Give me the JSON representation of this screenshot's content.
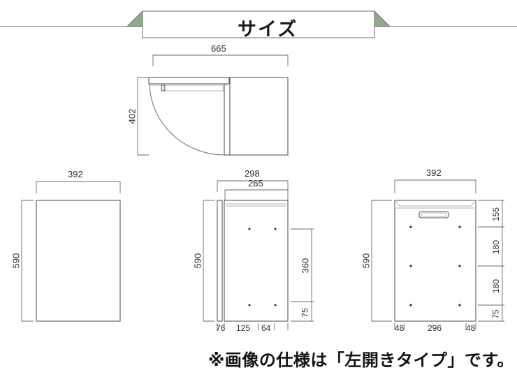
{
  "banner": {
    "title": "サイズ",
    "wing_color": "#8faa8b",
    "border_color": "#6b6b6b",
    "line_color": "#555555"
  },
  "caption": {
    "text": "※画像の仕様は「左開きタイプ」です。"
  },
  "colors": {
    "line": "#595959",
    "thin_line": "#8a8a8a",
    "text": "#2e2e2e",
    "fill": "#ffffff",
    "accent_green": "#8faa8b"
  },
  "views": {
    "top_plan": {
      "name": "top-plan-view",
      "width_label": "665",
      "depth_label": "402"
    },
    "left_elevation": {
      "name": "left-side-elevation",
      "width_label": "392",
      "height_label": "590"
    },
    "side_elevation": {
      "name": "side-elevation",
      "outer_width_label": "298",
      "inner_width_label": "265",
      "height_label": "590",
      "right_upper_label": "360",
      "right_lower_label": "75",
      "bottom_labels": [
        "76",
        "125",
        "64"
      ]
    },
    "front_elevation": {
      "name": "front-elevation",
      "width_label": "392",
      "height_label": "590",
      "right_labels": [
        "155",
        "180",
        "180",
        "75"
      ],
      "bottom_labels": [
        "48",
        "296",
        "48"
      ]
    }
  }
}
